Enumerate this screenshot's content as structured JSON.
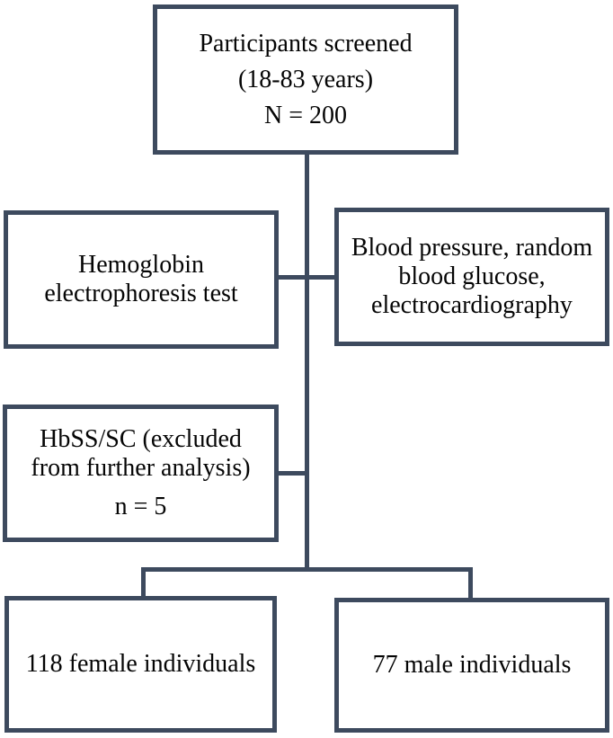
{
  "colors": {
    "border": "#3d4a5e",
    "text": "#050505",
    "background": "#ffffff"
  },
  "diagram": {
    "type": "participant-flowchart",
    "nodes": {
      "screened": {
        "lines": [
          "Participants screened",
          "(18-83 years)",
          "N = 200"
        ]
      },
      "hemoglobin": {
        "lines": [
          "Hemoglobin",
          "electrophoresis test"
        ]
      },
      "vitals": {
        "lines": [
          "Blood pressure, random",
          "blood glucose,",
          "electrocardiography"
        ]
      },
      "excluded": {
        "lines": [
          "HbSS/SC (excluded",
          "from further analysis)"
        ],
        "count": "n = 5"
      },
      "female": {
        "label": "118 female individuals"
      },
      "male": {
        "label": "77 male individuals"
      }
    }
  }
}
